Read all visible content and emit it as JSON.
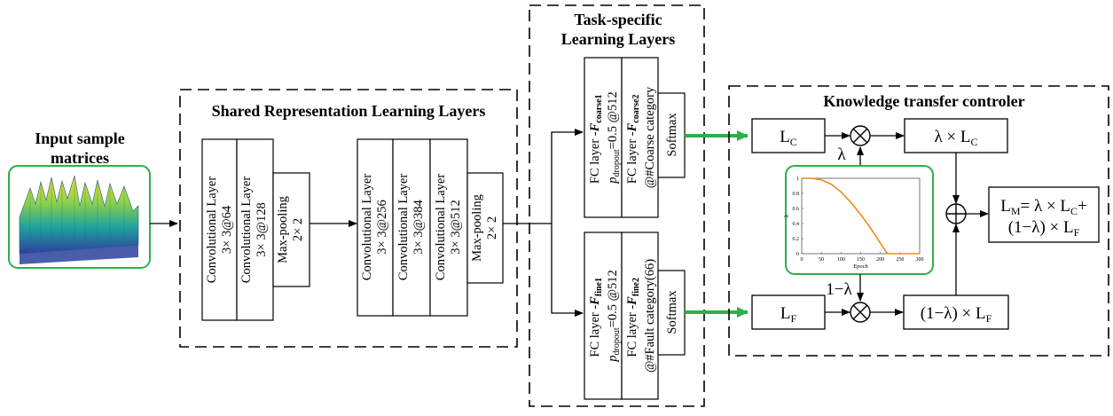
{
  "input": {
    "title_line1": "Input sample",
    "title_line2": "matrices"
  },
  "shared": {
    "title": "Shared Representation Learning Layers",
    "block1": [
      {
        "name": "Convolutional Layer",
        "param": "3× 3@64"
      },
      {
        "name": "Convolutional Layer",
        "param": "3× 3@128"
      },
      {
        "name": "Max-pooling",
        "param": "2× 2"
      }
    ],
    "block2": [
      {
        "name": "Convolutional Layer",
        "param": "3× 3@256"
      },
      {
        "name": "Convolutional Layer",
        "param": "3× 3@384"
      },
      {
        "name": "Convolutional Layer",
        "param": "3× 3@512"
      },
      {
        "name": "Max-pooling",
        "param": "2× 2"
      }
    ]
  },
  "task": {
    "title_line1": "Task-specific",
    "title_line2": "Learning Layers",
    "coarse": {
      "fc1_label": "FC layer -",
      "fc1_var": "F",
      "fc1_sub": "coarse1",
      "fc1_p": "p",
      "fc1_p_sub": "dropout",
      "fc1_param": "=0.5  @512",
      "fc2_label": "FC layer -",
      "fc2_var": "F",
      "fc2_sub": "coarse2",
      "fc2_param": "@#Coarse category",
      "softmax": "Softmax"
    },
    "fine": {
      "fc1_label": "FC layer -",
      "fc1_var": "F",
      "fc1_sub": "fine1",
      "fc1_p": "p",
      "fc1_p_sub": "dropout",
      "fc1_param": "=0.5  @512",
      "fc2_label": "FC layer -",
      "fc2_var": "F",
      "fc2_sub": "fine2",
      "fc2_param": "@#Fault category(66)",
      "softmax": "Softmax"
    }
  },
  "controller": {
    "title": "Knowledge transfer controler",
    "lc": "L",
    "lc_sub": "C",
    "lf": "L",
    "lf_sub": "F",
    "lambda": "λ",
    "one_minus_lambda": "1−λ",
    "lambda_lc": "λ × L",
    "lambda_lc_sub": "C",
    "oml_lf": "(1−λ) × L",
    "oml_lf_sub": "F",
    "lm_line1_a": "L",
    "lm_line1_sub": "M",
    "lm_line1_b": "= λ × L",
    "lm_line1_sub2": "C",
    "lm_line1_c": "+",
    "lm_line2_a": "(1−λ) × L",
    "lm_line2_sub": "F",
    "times_symbol": "⊗",
    "plus_symbol": "⊕"
  },
  "colors": {
    "accent_green": "#2eaf4a",
    "curve_orange": "#f08a1e"
  },
  "chart_data": {
    "type": "line",
    "title": "",
    "xlabel": "Epoch",
    "ylabel": "λ",
    "xlim": [
      0,
      300
    ],
    "ylim": [
      0,
      1
    ],
    "xticks": [
      "0",
      "50",
      "100",
      "150",
      "200",
      "250",
      "300"
    ],
    "yticks": [
      "0",
      "0.2",
      "0.4",
      "0.6",
      "0.8",
      "1"
    ],
    "series": [
      {
        "x": [
          0,
          25,
          50,
          75,
          100,
          125,
          150,
          175,
          200,
          215,
          220,
          250,
          300
        ],
        "values": [
          1,
          1,
          0.98,
          0.92,
          0.82,
          0.68,
          0.52,
          0.34,
          0.14,
          0.02,
          0,
          0,
          0
        ]
      }
    ]
  }
}
